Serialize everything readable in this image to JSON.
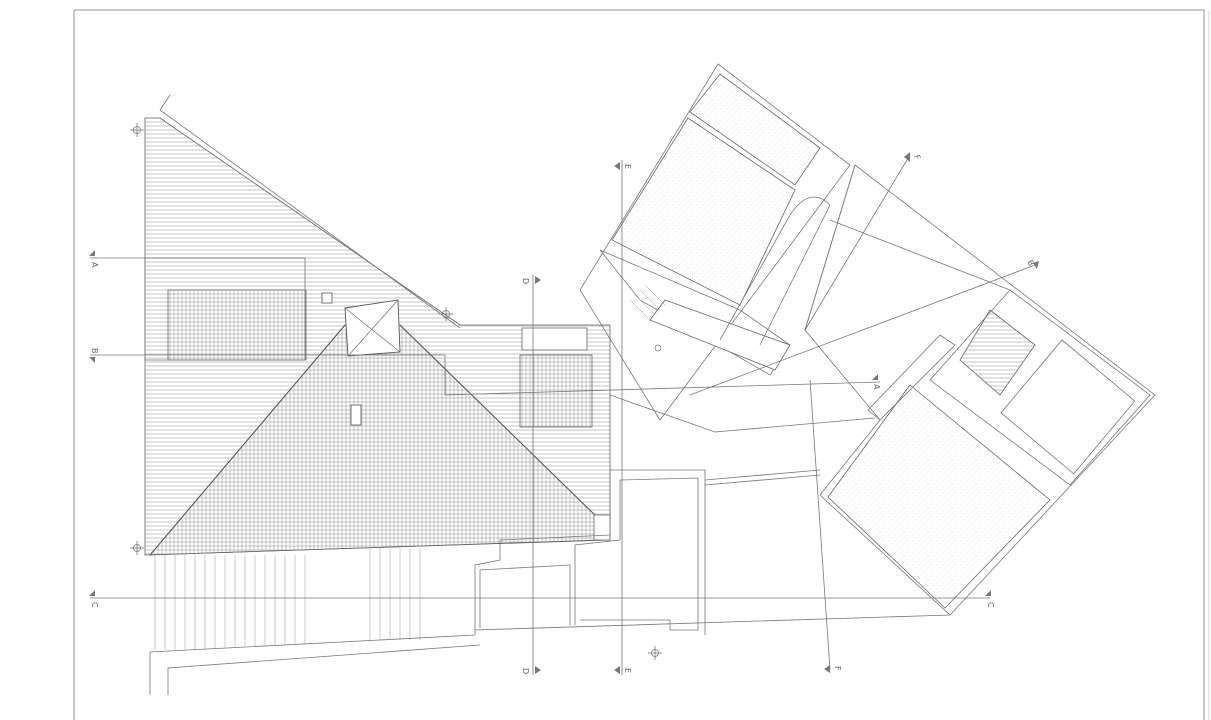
{
  "section_marks": [
    {
      "id": "A-left",
      "letter": "A"
    },
    {
      "id": "A-right",
      "letter": "A"
    },
    {
      "id": "B-left",
      "letter": "B"
    },
    {
      "id": "B-right",
      "letter": "B"
    },
    {
      "id": "C-left",
      "letter": "C"
    },
    {
      "id": "C-right",
      "letter": "C"
    },
    {
      "id": "D-top",
      "letter": "D"
    },
    {
      "id": "D-bottom",
      "letter": "D"
    },
    {
      "id": "E-top",
      "letter": "E"
    },
    {
      "id": "E-bottom",
      "letter": "E"
    },
    {
      "id": "F-top",
      "letter": "F"
    },
    {
      "id": "F-bottom",
      "letter": "F"
    }
  ],
  "colors": {
    "line": "#777777",
    "hatch": "#9a9a9a",
    "background": "#ffffff"
  }
}
